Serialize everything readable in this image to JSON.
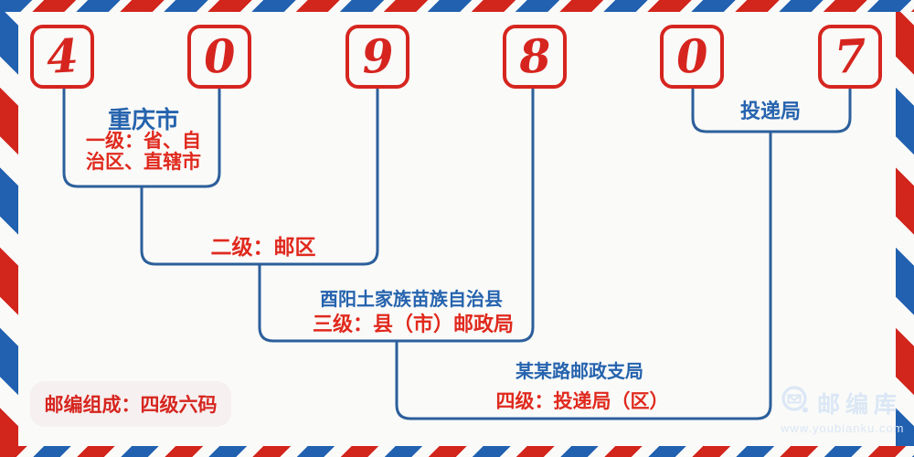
{
  "postal_code": {
    "digits": [
      "4",
      "0",
      "9",
      "8",
      "0",
      "7"
    ]
  },
  "levels": {
    "level1": {
      "place": "重庆市",
      "label": "一级：省、自治区、直辖市"
    },
    "level2": {
      "label": "二级：邮区"
    },
    "level3": {
      "place": "酉阳土家族苗族自治县",
      "label": "三级：县（市）邮政局"
    },
    "level4": {
      "place": "某某路邮政支局",
      "label": "四级：投递局（区）"
    },
    "delivery": {
      "label": "投递局"
    }
  },
  "footer": {
    "composition": "邮编组成：四级六码"
  },
  "watermark": {
    "icon": "envelope-circle-icon",
    "brand": "邮编库",
    "url": "www.youbianku.com"
  },
  "colors": {
    "stripe_red": "#d2251c",
    "stripe_blue": "#2161b0",
    "box_red": "#d6251f",
    "line_blue": "#2c5f9b",
    "text_blue": "#2563ae",
    "text_red": "#e0291d",
    "badge_bg": "#f6f0f0",
    "watermark_blue": "#dbe7f5",
    "background": "#fafaf8"
  }
}
